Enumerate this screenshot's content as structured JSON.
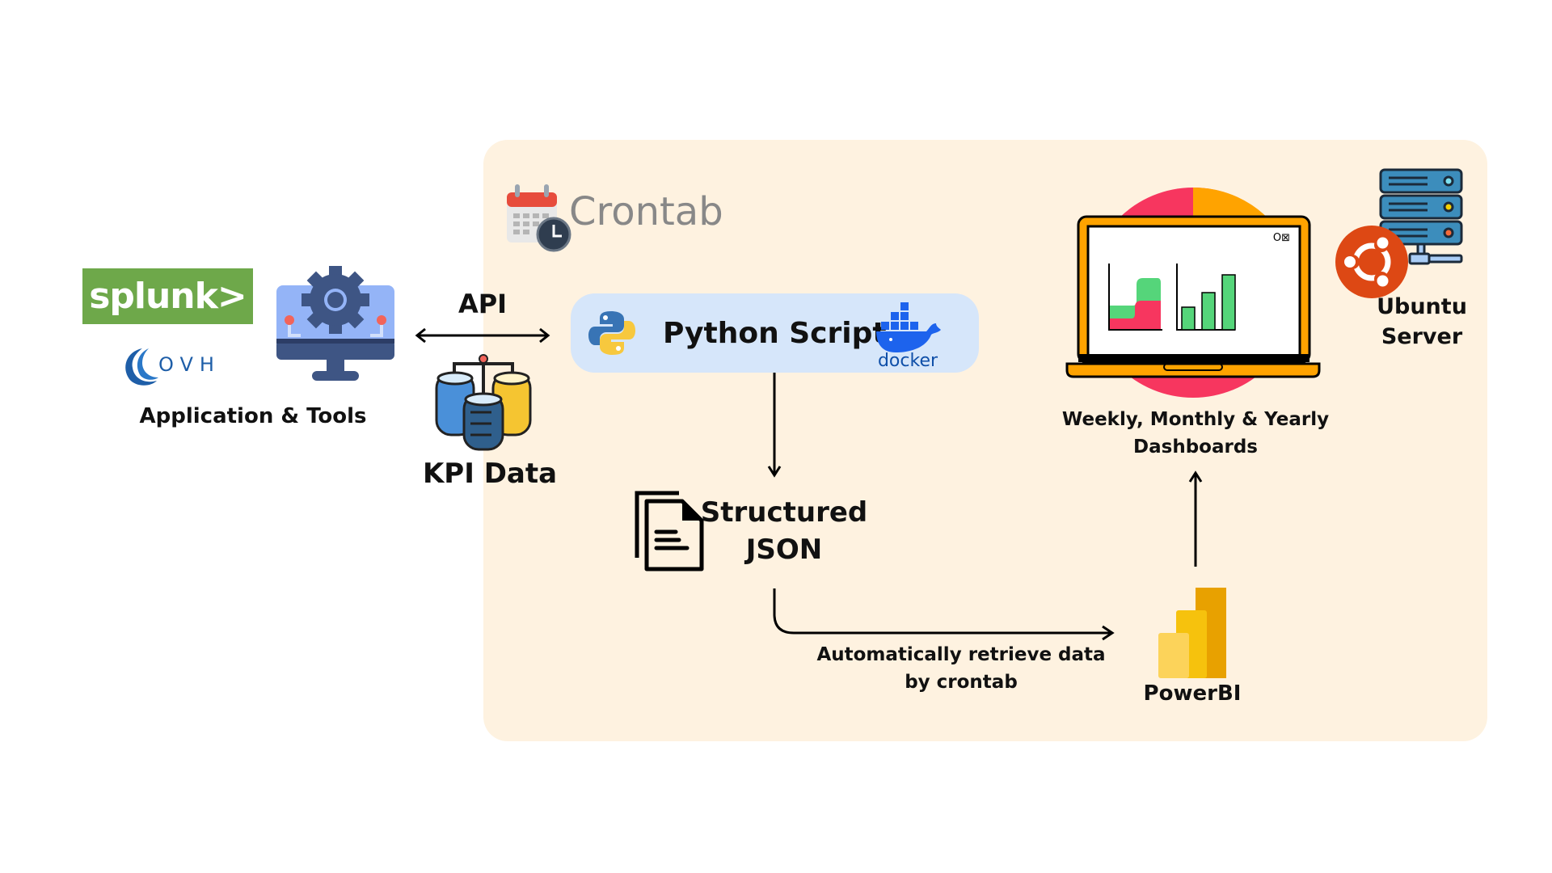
{
  "colors": {
    "panel_bg": "#FEF2E0",
    "python_box_bg": "#D6E6FA",
    "splunk_green": "#6EA84A",
    "ovh_blue": "#1E5EA8",
    "docker_blue": "#1D63ED",
    "powerbi_yellow": "#F2C811",
    "ubuntu_orange": "#DD4814",
    "laptop_orange": "#FFA300",
    "chart_green": "#55D57A",
    "chart_pink": "#F7365F",
    "crontab_gray": "#888888"
  },
  "left_group": {
    "logos": [
      "splunk>",
      "OVH"
    ],
    "caption": "Application & Tools"
  },
  "api": {
    "label": "API"
  },
  "kpi": {
    "label": "KPI Data"
  },
  "crontab": {
    "label": "Crontab"
  },
  "python": {
    "label": "Python Script",
    "docker_text": "docker"
  },
  "json": {
    "line1": "Structured",
    "line2": "JSON"
  },
  "retrieve": {
    "line1": "Automatically retrieve data",
    "line2": "by crontab"
  },
  "powerbi": {
    "label": "PowerBI"
  },
  "dashboards": {
    "line1": "Weekly, Monthly & Yearly",
    "line2": "Dashboards"
  },
  "server": {
    "line1": "Ubuntu",
    "line2": "Server"
  },
  "laptop_window_controls": "O⊠",
  "icons": [
    "splunk-logo",
    "ovh-logo",
    "settings-monitor-icon",
    "database-cluster-icon",
    "calendar-clock-icon",
    "python-logo",
    "docker-logo",
    "document-icon",
    "powerbi-logo",
    "laptop-dashboard-icon",
    "server-rack-icon",
    "ubuntu-logo"
  ]
}
